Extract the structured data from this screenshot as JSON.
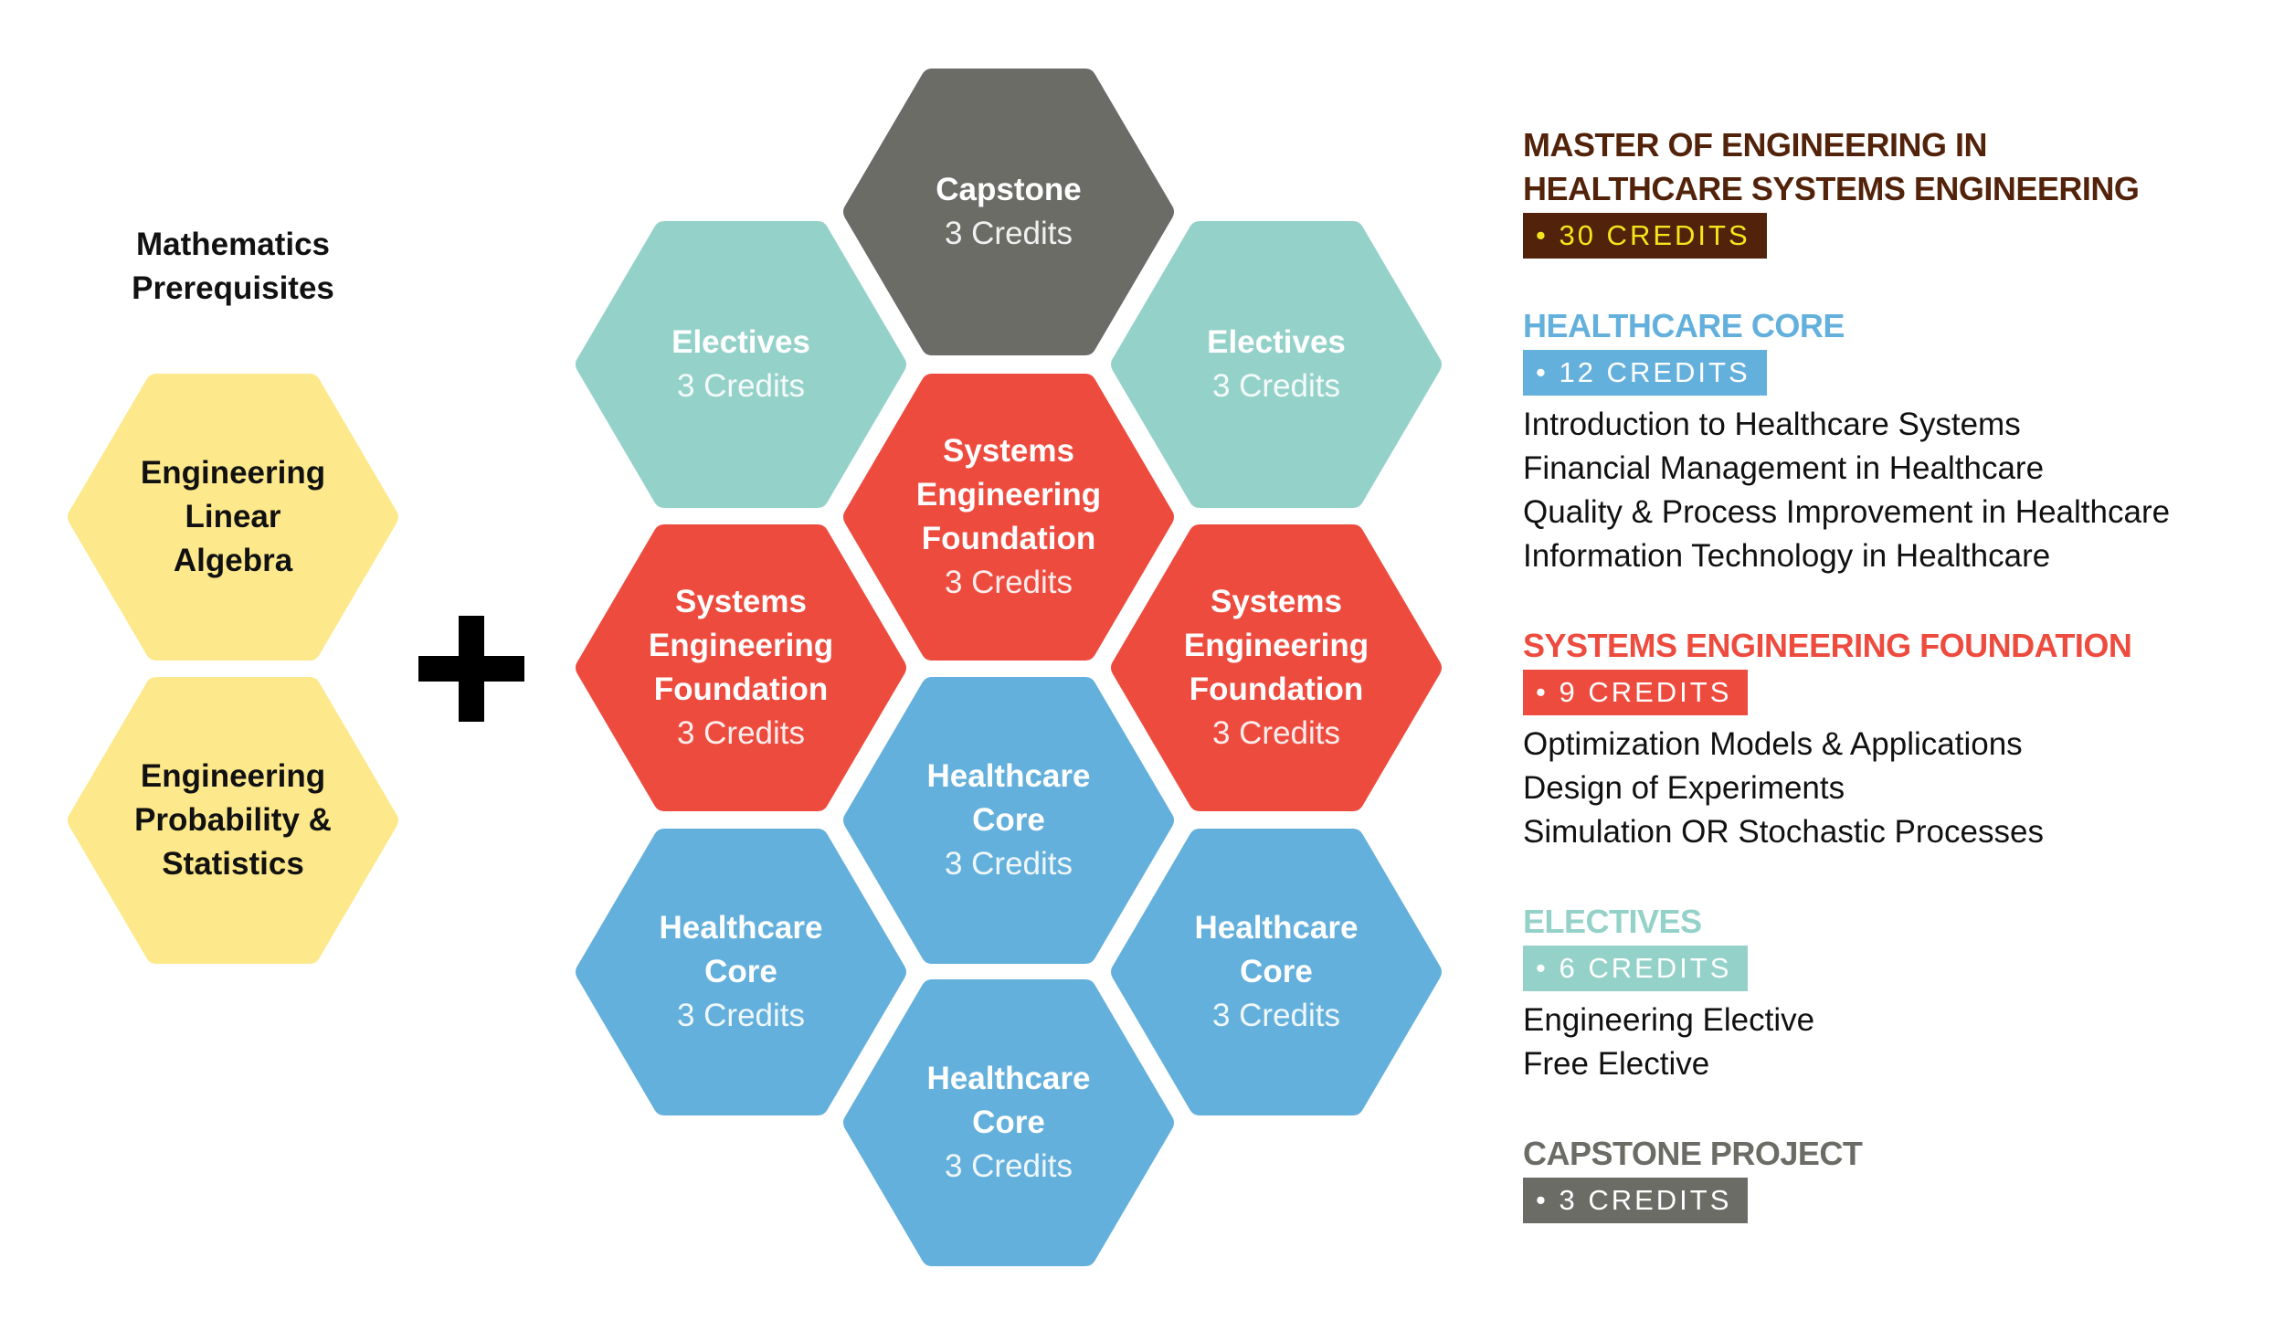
{
  "colors": {
    "brown": "#52230a",
    "gold": "#f5e51c",
    "blue": "#64b0dc",
    "red": "#ee4b3f",
    "teal": "#94d2c9",
    "gray": "#6b6c66",
    "yellow": "#fde98b"
  },
  "math": {
    "title_line1": "Mathematics",
    "title_line2": "Prerequisites",
    "hexes": [
      {
        "lines": [
          "Engineering",
          "Linear",
          "Algebra"
        ]
      },
      {
        "lines": [
          "Engineering",
          "Probability &",
          "Statistics"
        ]
      }
    ]
  },
  "hexes": [
    {
      "kind": "gray",
      "title": [
        "Capstone"
      ],
      "credits": "3 Credits"
    },
    {
      "kind": "teal",
      "title": [
        "Electives"
      ],
      "credits": "3 Credits"
    },
    {
      "kind": "teal",
      "title": [
        "Electives"
      ],
      "credits": "3 Credits"
    },
    {
      "kind": "red",
      "title": [
        "Systems",
        "Engineering",
        "Foundation"
      ],
      "credits": "3 Credits"
    },
    {
      "kind": "red",
      "title": [
        "Systems",
        "Engineering",
        "Foundation"
      ],
      "credits": "3 Credits"
    },
    {
      "kind": "red",
      "title": [
        "Systems",
        "Engineering",
        "Foundation"
      ],
      "credits": "3 Credits"
    },
    {
      "kind": "blue",
      "title": [
        "Healthcare",
        "Core"
      ],
      "credits": "3 Credits"
    },
    {
      "kind": "blue",
      "title": [
        "Healthcare",
        "Core"
      ],
      "credits": "3 Credits"
    },
    {
      "kind": "blue",
      "title": [
        "Healthcare",
        "Core"
      ],
      "credits": "3 Credits"
    },
    {
      "kind": "blue",
      "title": [
        "Healthcare",
        "Core"
      ],
      "credits": "3 Credits"
    }
  ],
  "legend": {
    "program": {
      "line1": "MASTER OF ENGINEERING IN",
      "line2": "HEALTHCARE SYSTEMS ENGINEERING",
      "badge": "• 30 CREDITS"
    },
    "sections": [
      {
        "kind": "blue",
        "title": "HEALTHCARE CORE",
        "badge": "• 12 CREDITS",
        "items": [
          "Introduction to Healthcare Systems",
          "Financial Management in Healthcare",
          "Quality & Process Improvement in Healthcare",
          "Information Technology in Healthcare"
        ]
      },
      {
        "kind": "red",
        "title": "SYSTEMS ENGINEERING FOUNDATION",
        "badge": "• 9 CREDITS",
        "items": [
          "Optimization Models & Applications",
          "Design of Experiments",
          "Simulation OR Stochastic Processes"
        ]
      },
      {
        "kind": "teal",
        "title": "ELECTIVES",
        "badge": "• 6 CREDITS",
        "items": [
          "Engineering Elective",
          "Free Elective"
        ]
      },
      {
        "kind": "gray",
        "title": "CAPSTONE PROJECT",
        "badge": "• 3 CREDITS",
        "items": []
      }
    ]
  }
}
